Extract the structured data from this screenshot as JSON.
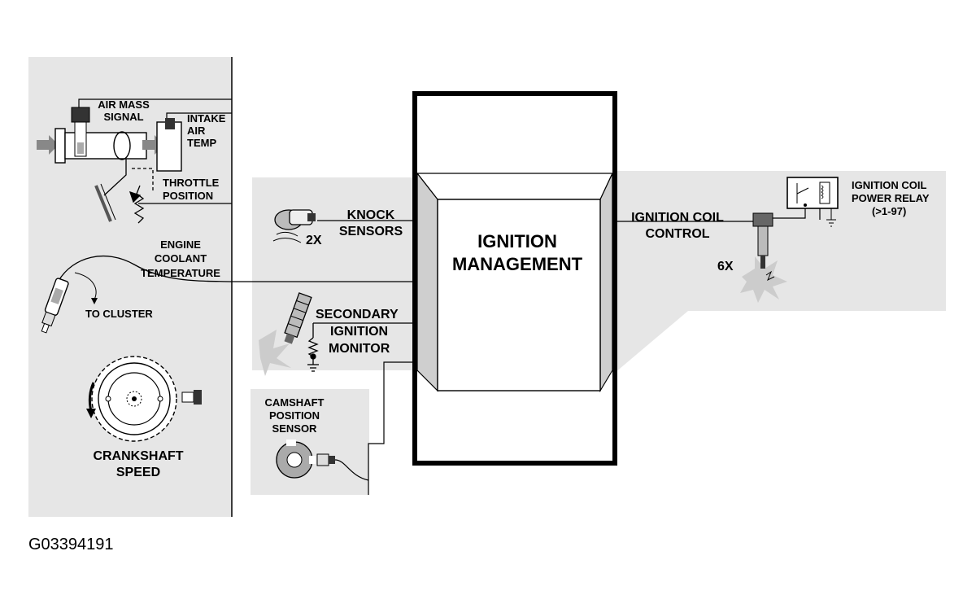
{
  "labels": {
    "air_mass_signal": [
      "AIR MASS",
      "SIGNAL"
    ],
    "intake_air_temp": [
      "INTAKE",
      "AIR",
      "TEMP"
    ],
    "throttle_position": [
      "THROTTLE",
      "POSITION"
    ],
    "knock_sensors": [
      "KNOCK",
      "SENSORS"
    ],
    "knock_count": "2X",
    "engine_coolant_temperature": [
      "ENGINE",
      "COOLANT",
      "TEMPERATURE"
    ],
    "to_cluster": "TO CLUSTER",
    "secondary_ignition_monitor": [
      "SECONDARY",
      "IGNITION",
      "MONITOR"
    ],
    "crankshaft_speed": [
      "CRANKSHAFT",
      "SPEED"
    ],
    "camshaft_position_sensor": [
      "CAMSHAFT",
      "POSITION",
      "SENSOR"
    ],
    "ignition_management": [
      "IGNITION",
      "MANAGEMENT"
    ],
    "ignition_coil_control": [
      "IGNITION COIL",
      "CONTROL"
    ],
    "coil_count": "6X",
    "ignition_coil_power_relay": [
      "IGNITION COIL",
      "POWER RELAY",
      "(>1-97)"
    ]
  },
  "figure_id": "G03394191",
  "colors": {
    "panel_gray": "#e6e6e6",
    "stroke": "#000000",
    "device_gray": "#b8b8b8"
  }
}
